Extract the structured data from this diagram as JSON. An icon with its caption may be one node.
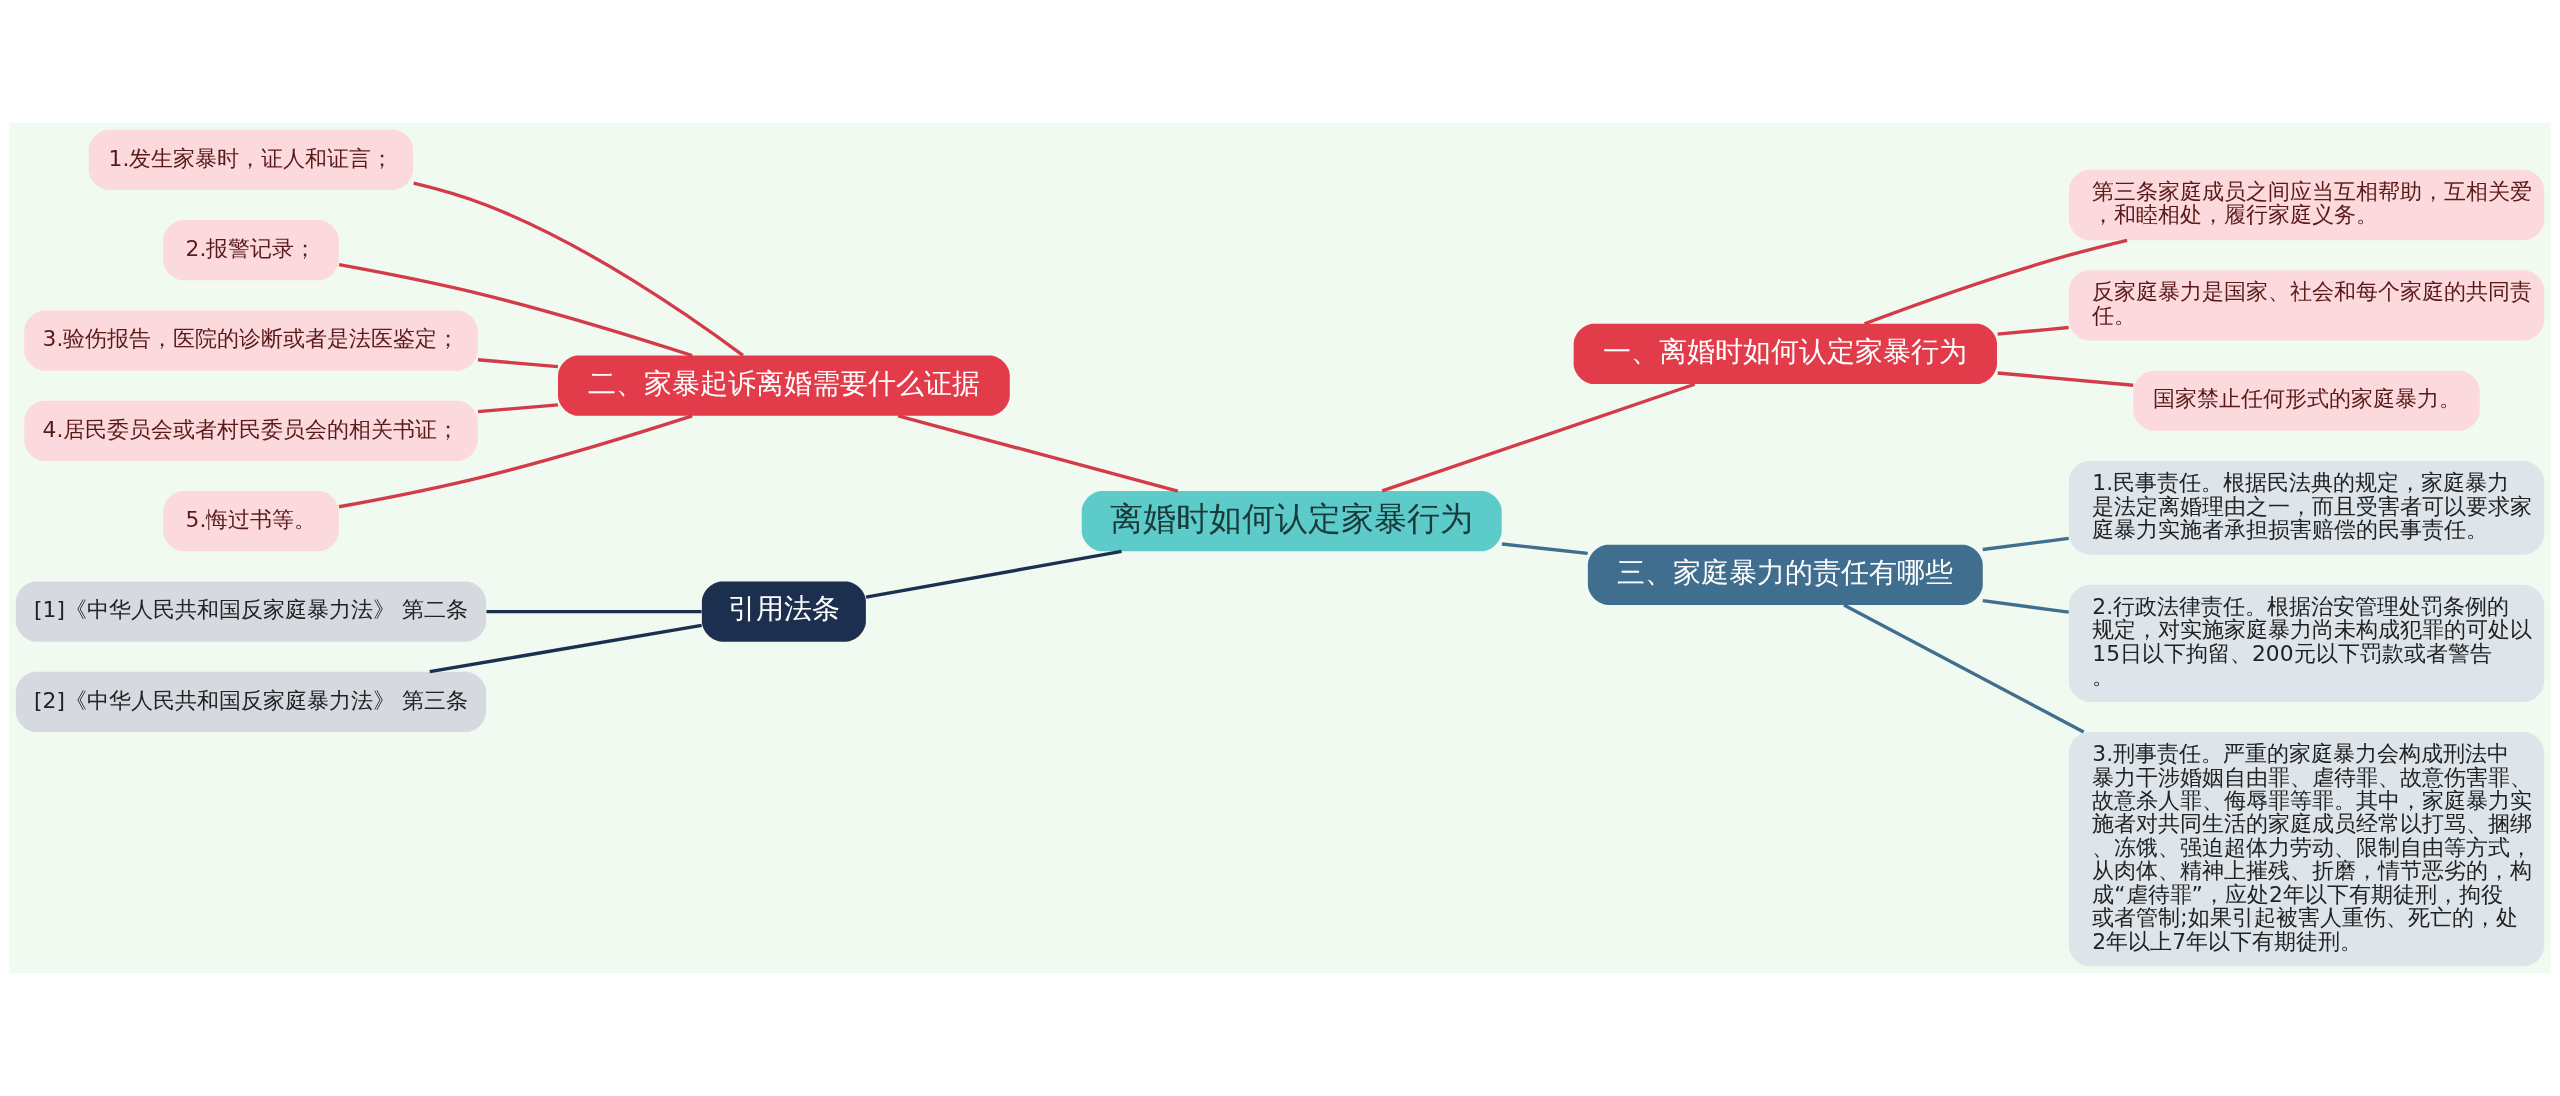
{
  "diagram": {
    "nodes": [
      {
        "text": [
          "离婚时如何认定家暴行为"
        ]
      },
      {
        "text": [
          "一、离婚时如何认定家暴行为"
        ]
      },
      {
        "text": [
          "第三条家庭成员之间应当互相帮助，互相关爱，和睦相处，履行家庭义务。"
        ]
      },
      {
        "text": [
          "反家庭暴力是国家、社会和每个家庭的共同责任。"
        ]
      },
      {
        "text": [
          "国家禁止任何形式的家庭暴力。"
        ]
      },
      {
        "text": [
          "二、家暴起诉离婚需要什么证据"
        ]
      },
      {
        "text": [
          "1.发生家暴时，证人和证言；"
        ]
      },
      {
        "text": [
          "2.报警记录；"
        ]
      },
      {
        "text": [
          "3.验伤报告，医院的诊断或者是法医鉴定；"
        ]
      },
      {
        "text": [
          "4.居民委员会或者村民委员会的相关书证；"
        ]
      },
      {
        "text": [
          "5.悔过书等。"
        ]
      },
      {
        "text": [
          "三、家庭暴力的责任有哪些"
        ]
      },
      {
        "text": [
          "1.民事责任。根据民法典的规定，家庭暴力是法定离婚理由之一，而且受害者可以要求家庭暴力实施者承担损害赔偿的民事责任。"
        ]
      },
      {
        "text": [
          "2.行政法律责任。根据治安管理处罚条例的规定，对实施家庭暴力尚未构成犯罪的可处以15日以下拘留、200元以下罚款或者警告。"
        ]
      },
      {
        "text": [
          "3.刑事责任。严重的家庭暴力会构成刑法中暴力干涉婚姻自由罪、虐待罪、故意伤害罪、故意杀人罪、侮辱罪等罪。其中，家庭暴力实施者对共同生活的家庭成员经常以打骂、捆绑、冻饿、强迫超体力劳动、限制自由等方式，从肉体、精神上摧残、折磨，情节恶劣的，构成“虐待罪”，应处2年以下有期徒刑，拘役或者管制;如果引起被害人重伤、死亡的，处2年以上7年以下有期徒刑。"
        ]
      },
      {
        "text": [
          "引用法条"
        ]
      },
      {
        "text": [
          "[1]《中华人民共和国反家庭暴力法》 第二条"
        ]
      },
      {
        "text": [
          "[2]《中华人民共和国反家庭暴力法》 第三条"
        ]
      }
    ],
    "edges": [
      {
        "from": 0,
        "to": 1,
        "arrow": "none"
      },
      {
        "from": 1,
        "to": 2,
        "arrow": "none"
      },
      {
        "from": 1,
        "to": 3,
        "arrow": "none"
      },
      {
        "from": 1,
        "to": 4,
        "arrow": "none"
      },
      {
        "from": 0,
        "to": 5,
        "arrow": "none"
      },
      {
        "from": 5,
        "to": 6,
        "arrow": "none"
      },
      {
        "from": 5,
        "to": 7,
        "arrow": "none"
      },
      {
        "from": 5,
        "to": 8,
        "arrow": "none"
      },
      {
        "from": 5,
        "to": 9,
        "arrow": "none"
      },
      {
        "from": 5,
        "to": 10,
        "arrow": "none"
      },
      {
        "from": 0,
        "to": 11,
        "arrow": "none",
        "color": "#3f6e8e"
      },
      {
        "from": 11,
        "to": 12,
        "arrow": "none",
        "color": "#3f6e8e"
      },
      {
        "from": 11,
        "to": 13,
        "arrow": "none",
        "color": "#3f6e8e"
      },
      {
        "from": 11,
        "to": 14,
        "arrow": "none",
        "color": "#3f6e8e"
      },
      {
        "from": 0,
        "to": 15,
        "arrow": "none",
        "color": "#1c2f4f"
      },
      {
        "from": 15,
        "to": 16,
        "arrow": "none",
        "color": "#1c2f4f"
      },
      {
        "from": 15,
        "to": 17,
        "arrow": "none",
        "color": "#1c2f4f"
      }
    ]
  }
}
